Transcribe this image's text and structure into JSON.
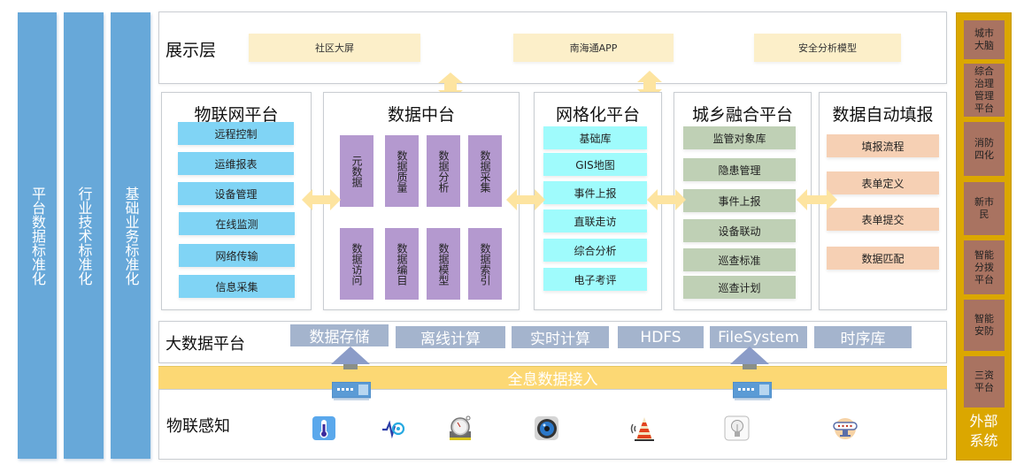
{
  "standards": [
    {
      "label": "平台数据标准化"
    },
    {
      "label": "行业技术标准化"
    },
    {
      "label": "基础业务标准化"
    }
  ],
  "display_layer": {
    "title": "展示层",
    "items": [
      "社区大屏",
      "南海通APP",
      "安全分析模型"
    ]
  },
  "platforms": {
    "iot": {
      "title": "物联网平台",
      "items": [
        "远程控制",
        "运维报表",
        "设备管理",
        "在线监测",
        "网络传输",
        "信息采集"
      ]
    },
    "data_middle": {
      "title": "数据中台",
      "items": [
        "元数据",
        "数据质量",
        "数据分析",
        "数据采集",
        "数据访问",
        "数据编目",
        "数据模型",
        "数据索引"
      ]
    },
    "grid": {
      "title": "网格化平台",
      "items": [
        "基础库",
        "GIS地图",
        "事件上报",
        "直联走访",
        "综合分析",
        "电子考评"
      ]
    },
    "urban_rural": {
      "title": "城乡融合平台",
      "items": [
        "监管对象库",
        "隐患管理",
        "事件上报",
        "设备联动",
        "巡查标准",
        "巡查计划"
      ]
    },
    "auto_fill": {
      "title": "数据自动填报",
      "items": [
        "填报流程",
        "表单定义",
        "表单提交",
        "数据匹配"
      ]
    }
  },
  "big_data": {
    "title": "大数据平台",
    "items": [
      "数据存储",
      "离线计算",
      "实时计算",
      "HDFS",
      "FileSystem",
      "时序库"
    ]
  },
  "ingest": {
    "title": "全息数据接入"
  },
  "iot_sensing": {
    "title": "物联感知",
    "sensors": [
      "thermometer-icon",
      "signal-sensor-icon",
      "stopwatch-gauge-icon",
      "camera-lens-icon",
      "traffic-cone-alarm-icon",
      "light-bulb-icon",
      "smoke-detector-icon"
    ]
  },
  "external": {
    "title": "外部系统",
    "items": [
      "城市大脑",
      "综合治理管理平台",
      "消防四化",
      "新市民",
      "智能分拨平台",
      "智能安防",
      "三资平台"
    ]
  },
  "colors": {
    "standard_blue": "#67a8d9",
    "display_yellow": "#fcefc9",
    "iot_blue": "#80d4f5",
    "data_purple": "#b499cf",
    "grid_cyan": "#9ffbfc",
    "city_green": "#bfd0b5",
    "fill_peach": "#f6d0b4",
    "bigdata_gray_blue": "#a4b4cd",
    "ingest_yellow": "#fcd874",
    "external_gold": "#dba700",
    "external_item_brown": "#a97361",
    "arrow_yellow": "#fde4a0"
  }
}
